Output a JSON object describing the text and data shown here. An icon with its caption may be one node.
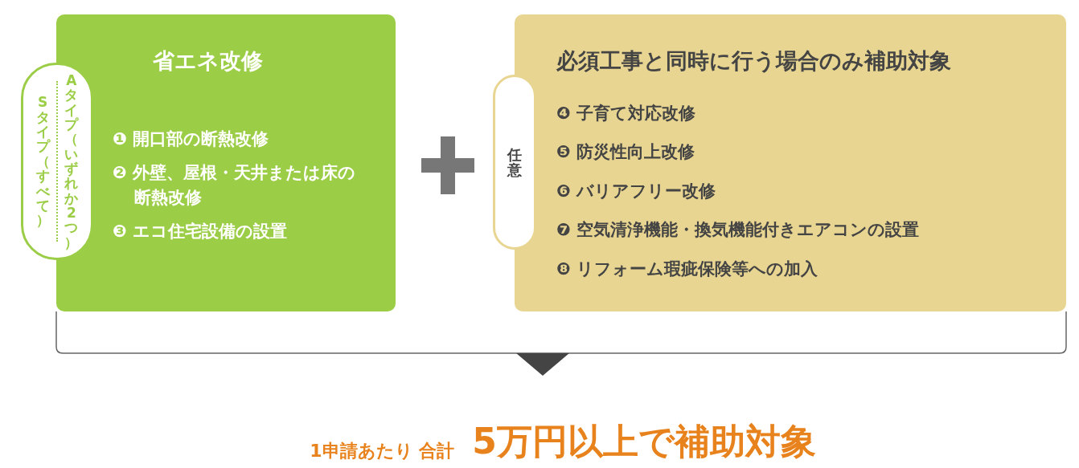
{
  "diagram": {
    "nodes": [
      {
        "text": [
          "省エネ改修",
          "❶ 開口部の断熱改修",
          "❷ 外壁、屋根・天井または床の断熱改修",
          "❸ エコ住宅設備の設置"
        ]
      },
      {
        "text": [
          "Sタイプ（すべて）",
          "Aタイプ（いずれか2つ）"
        ]
      },
      {
        "text": [
          "必須工事と同時に行う場合のみ補助対象",
          "❹ 子育て対応改修",
          "❺ 防災性向上改修",
          "❻ バリアフリー改修",
          "❼ 空気清浄機能・換気機能付きエアコンの設置",
          "❽ リフォーム瑕疵保険等への加入"
        ]
      },
      {
        "text": [
          "任意"
        ]
      },
      {
        "text": [
          "1申請あたり 合計",
          "5万円以上で補助対象"
        ]
      }
    ],
    "edges": [
      {
        "from": 0,
        "to": 4,
        "arrow": "to"
      },
      {
        "from": 2,
        "to": 4,
        "arrow": "to"
      }
    ]
  }
}
